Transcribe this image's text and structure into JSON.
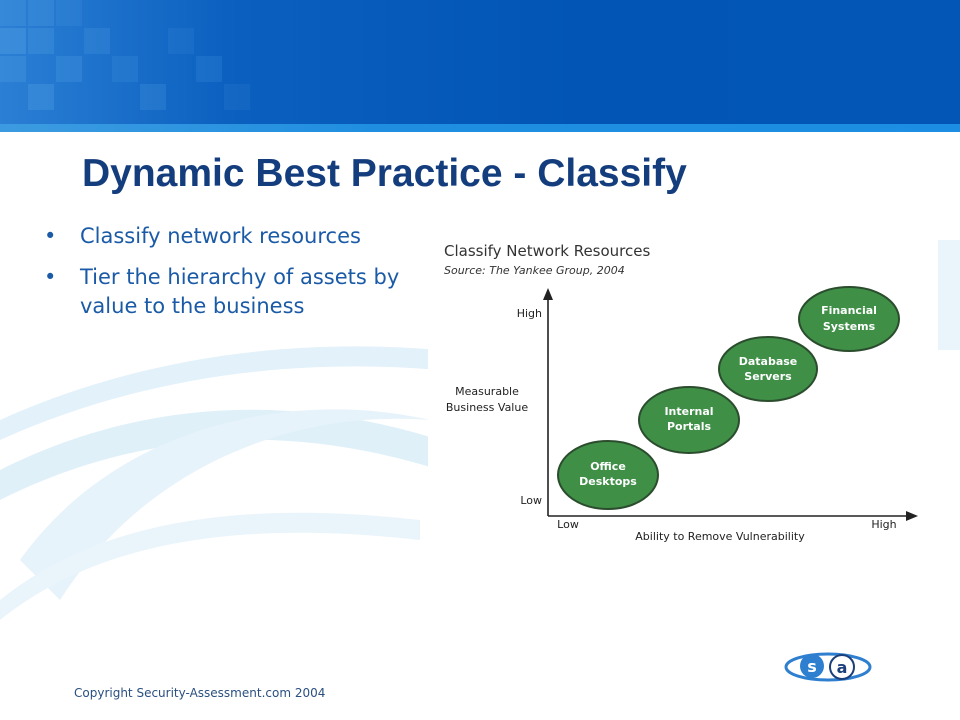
{
  "slide": {
    "title": "Dynamic Best Practice - Classify",
    "bullets": [
      "Classify network resources",
      "Tier the hierarchy of assets by value to the business"
    ],
    "footer": "Copyright Security-Assessment.com 2004",
    "logo_letters": [
      "s",
      "a"
    ]
  },
  "colors": {
    "title": "#143d7e",
    "bullet_text": "#1a5aa6",
    "top_band": "#0356b6",
    "circle_fill": "#3f8f47",
    "circle_stroke": "#2b4d2d"
  },
  "figure": {
    "title": "Classify Network Resources",
    "source": "Source: The Yankee Group, 2004",
    "y_axis_label_line1": "Measurable",
    "y_axis_label_line2": "Business Value",
    "y_high": "High",
    "y_low": "Low",
    "x_low": "Low",
    "x_high": "High",
    "x_axis_label": "Ability to Remove Vulnerability",
    "nodes": [
      {
        "line1": "Office",
        "line2": "Desktops"
      },
      {
        "line1": "Internal",
        "line2": "Portals"
      },
      {
        "line1": "Database",
        "line2": "Servers"
      },
      {
        "line1": "Financial",
        "line2": "Systems"
      }
    ]
  }
}
